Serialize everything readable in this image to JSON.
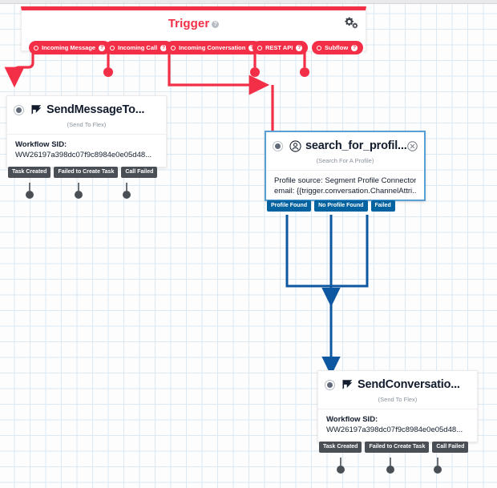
{
  "canvas": {
    "grid": true,
    "bg_color": "#fdfdfd",
    "grid_color": "#dce9f2"
  },
  "colors": {
    "trigger_red": "#f22f46",
    "node_blue": "#0263a0",
    "node_border_blue": "#5a9fd4",
    "chip_gray": "#4a4f56",
    "title_dark": "#121c2d"
  },
  "trigger": {
    "title": "Trigger",
    "help_icon": "help-icon",
    "gear_icon": "gear-icon",
    "triggers": [
      {
        "label": "Incoming Message",
        "help": "?"
      },
      {
        "label": "Incoming Call",
        "help": "?"
      },
      {
        "label": "Incoming Conversation",
        "help": "?"
      },
      {
        "label": "REST API",
        "help": "?"
      },
      {
        "label": "Subflow",
        "help": "?"
      }
    ]
  },
  "nodes": [
    {
      "id": "send-message-to-flex",
      "title": "SendMessageTo...",
      "subtitle": "(Send To Flex)",
      "icon": "flex-flag-icon",
      "body_label": "Workflow SID:",
      "body_value": "WW26197a398dc07f9c8984e0e05d48...",
      "outputs": [
        "Task Created",
        "Failed to Create Task",
        "Call Failed"
      ]
    },
    {
      "id": "search-for-profile",
      "title": "search_for_profil...",
      "subtitle": "(Search For A Profile)",
      "icon": "person-circle-icon",
      "close_icon": "close-circle-icon",
      "body_line_1": "Profile source: Segment Profile Connector",
      "body_line_2": "email: {{trigger.conversation.ChannelAttri...",
      "outputs": [
        "Profile Found",
        "No Profile Found",
        "Failed"
      ]
    },
    {
      "id": "send-conversation-to-flex",
      "title": "SendConversatio...",
      "subtitle": "(Send To Flex)",
      "icon": "flex-flag-icon",
      "body_label": "Workflow SID:",
      "body_value": "WW26197a398dc07f9c8984e0e05d48...",
      "outputs": [
        "Task Created",
        "Failed to Create Task",
        "Call Failed"
      ]
    }
  ]
}
